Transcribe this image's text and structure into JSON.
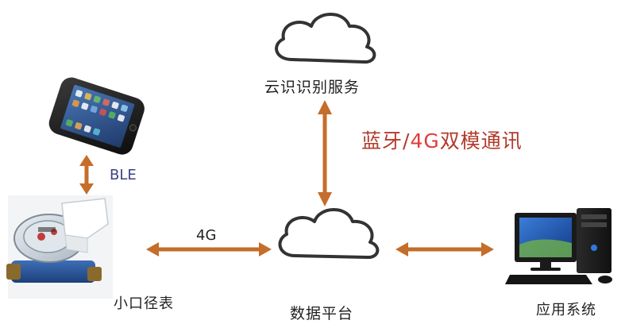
{
  "nodes": {
    "cloud_service": {
      "label": "云识识别服务",
      "icon": "cloud-icon"
    },
    "data_platform": {
      "label": "数据平台",
      "icon": "cloud-icon"
    },
    "meter": {
      "label": "小口径表",
      "icon": "water-meter-icon"
    },
    "phone": {
      "icon": "smartphone-icon"
    },
    "app_system": {
      "label": "应用系统",
      "icon": "desktop-computer-icon"
    }
  },
  "links": {
    "phone_meter": {
      "label": "BLE"
    },
    "meter_platform": {
      "label": "4G"
    },
    "cloud_platform": {
      "label_prefix": "蓝牙/",
      "label_4g": "4G",
      "label_suffix": "双模通讯"
    },
    "platform_app": {
      "label": ""
    }
  },
  "colors": {
    "arrow": "#c56d2a",
    "cloud_stroke": "#333333",
    "comm_text": "#b33a2c",
    "comm_text_4g": "#e23b3b",
    "ble_text": "#3f3f86"
  }
}
